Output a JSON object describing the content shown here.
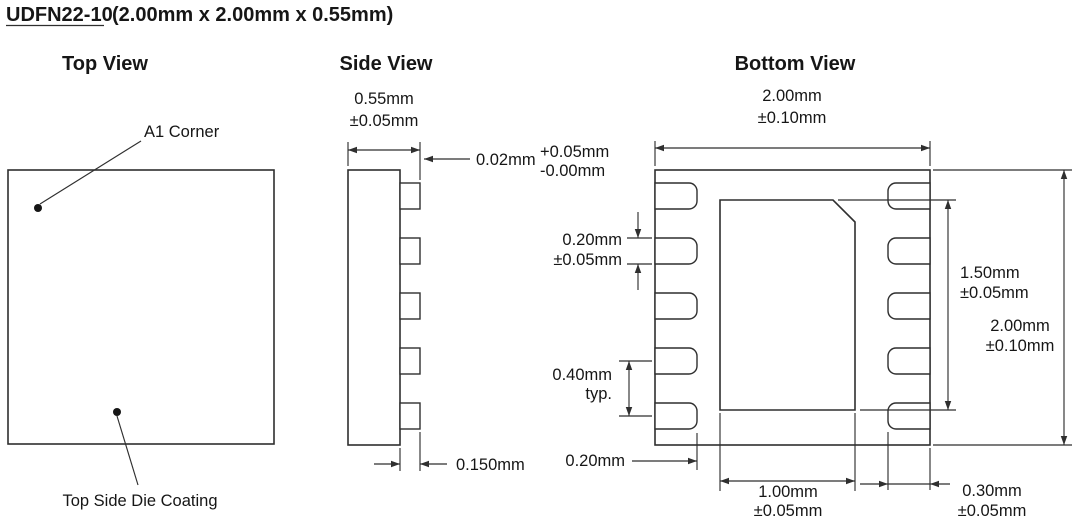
{
  "title": {
    "part": "UDFN22-10",
    "dimensions": "(2.00mm x 2.00mm x 0.55mm)"
  },
  "top_view": {
    "heading": "Top View",
    "a1_corner_label": "A1 Corner",
    "die_coating_label": "Top Side Die Coating"
  },
  "side_view": {
    "heading": "Side View",
    "thickness": "0.55mm",
    "thickness_tol": "±0.05mm",
    "standoff": "0.02mm",
    "standoff_tol_plus": "+0.05mm",
    "standoff_tol_minus": "-0.00mm",
    "terminal_thickness": "0.150mm"
  },
  "bottom_view": {
    "heading": "Bottom View",
    "body_width": "2.00mm",
    "body_width_tol": "±0.10mm",
    "pad_width": "0.20mm",
    "pad_width_tol": "±0.05mm",
    "pad_pitch": "0.40mm",
    "pad_pitch_qual": "typ.",
    "epad_length": "1.50mm",
    "epad_length_tol": "±0.05mm",
    "body_length": "2.00mm",
    "body_length_tol": "±0.10mm",
    "pad_to_epad": "0.20mm",
    "epad_width": "1.00mm",
    "epad_width_tol": "±0.05mm",
    "pad_length": "0.30mm",
    "pad_length_tol": "±0.05mm"
  }
}
